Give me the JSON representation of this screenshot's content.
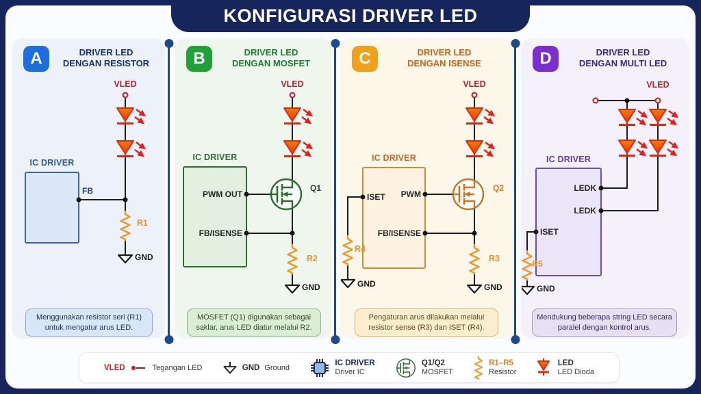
{
  "title": "KONFIGURASI DRIVER LED",
  "colors": {
    "frame_navy": "#16265c",
    "badge_a_blue": "#1d6fe0",
    "badge_b_green": "#21a13a",
    "badge_c_amber": "#f0a11c",
    "badge_d_purple": "#7b2fd0",
    "led_red": "#e8360a",
    "resistor_orange": "#e8952a",
    "vled_red": "#b5242a"
  },
  "panels": [
    {
      "badge": "A",
      "title_line1": "DRIVER LED",
      "title_line2": "DENGAN RESISTOR",
      "ic_label": "IC DRIVER",
      "labels": {
        "vled": "VLED",
        "fb": "FB",
        "r": "R1",
        "gnd": "GND"
      },
      "description": "Menggunakan resistor seri (R1) untuk mengatur arus LED."
    },
    {
      "badge": "B",
      "title_line1": "DRIVER LED",
      "title_line2": "DENGAN MOSFET",
      "ic_label": "IC DRIVER",
      "labels": {
        "vled": "VLED",
        "pwm_out": "PWM OUT",
        "fb_isense": "FB/ISENSE",
        "q": "Q1",
        "r": "R2",
        "gnd": "GND"
      },
      "description": "MOSFET (Q1) digunakan sebagai saklar, arus LED diatur melalui R2."
    },
    {
      "badge": "C",
      "title_line1": "DRIVER LED",
      "title_line2": "DENGAN ISENSE",
      "ic_label": "IC DRIVER",
      "labels": {
        "vled": "VLED",
        "iset": "ISET",
        "pwm": "PWM",
        "fb_isense": "FB/ISENSE",
        "q": "Q2",
        "r_set": "R4",
        "r_sense": "R3",
        "gnd_left": "GND",
        "gnd_right": "GND"
      },
      "description": "Pengaturan arus dilakukan melalui resistor sense (R3) dan ISET (R4)."
    },
    {
      "badge": "D",
      "title_line1": "DRIVER LED",
      "title_line2": "DENGAN MULTI LED",
      "ic_label": "IC DRIVER",
      "labels": {
        "vled": "VLED",
        "ledk1": "LEDK",
        "ledk2": "LEDK",
        "iset": "ISET",
        "r": "R5",
        "gnd": "GND"
      },
      "description": "Mendukung beberapa string LED secara paralel dengan kontrol arus."
    }
  ],
  "legend": {
    "items": [
      {
        "name": "VLED",
        "desc": "Tegangan LED"
      },
      {
        "name": "GND",
        "desc": "Ground"
      },
      {
        "name": "IC DRIVER",
        "desc": "Driver IC"
      },
      {
        "name": "Q1/Q2",
        "desc": "MOSFET"
      },
      {
        "name": "R1–R5",
        "desc": "Resistor"
      },
      {
        "name": "LED",
        "desc": "LED Dioda"
      }
    ]
  }
}
